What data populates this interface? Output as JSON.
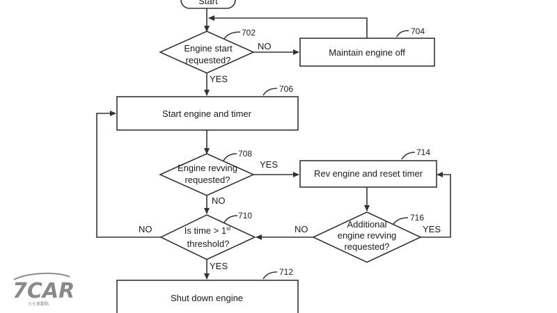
{
  "nodes": {
    "start": {
      "label": "Start"
    },
    "n702": {
      "ref": "702",
      "line1": "Engine start",
      "line2": "requested?"
    },
    "n704": {
      "ref": "704",
      "label": "Maintain engine off"
    },
    "n706": {
      "ref": "706",
      "label": "Start engine and timer"
    },
    "n708": {
      "ref": "708",
      "line1": "Engine revving",
      "line2": "requested?"
    },
    "n714": {
      "ref": "714",
      "label": "Rev engine and reset timer"
    },
    "n716": {
      "ref": "716",
      "line1": "Additional",
      "line2": "engine revving",
      "line3": "requested?"
    },
    "n710": {
      "ref": "710",
      "line1_main": "Is time > 1",
      "line1_sup": "st",
      "line2": "threshold?"
    },
    "n712": {
      "ref": "712",
      "label": "Shut down engine"
    }
  },
  "edges": {
    "e702_no": "NO",
    "e702_yes": "YES",
    "e708_yes": "YES",
    "e708_no": "NO",
    "e716_yes": "YES",
    "e716_no": "NO",
    "e710_no": "NO",
    "e710_yes": "YES"
  },
  "watermark": {
    "logo": "7CAR",
    "tagline": "小七車觀點"
  },
  "colors": {
    "stroke": "#333333",
    "background": "#ffffff",
    "logo": "#8a8a8a"
  }
}
